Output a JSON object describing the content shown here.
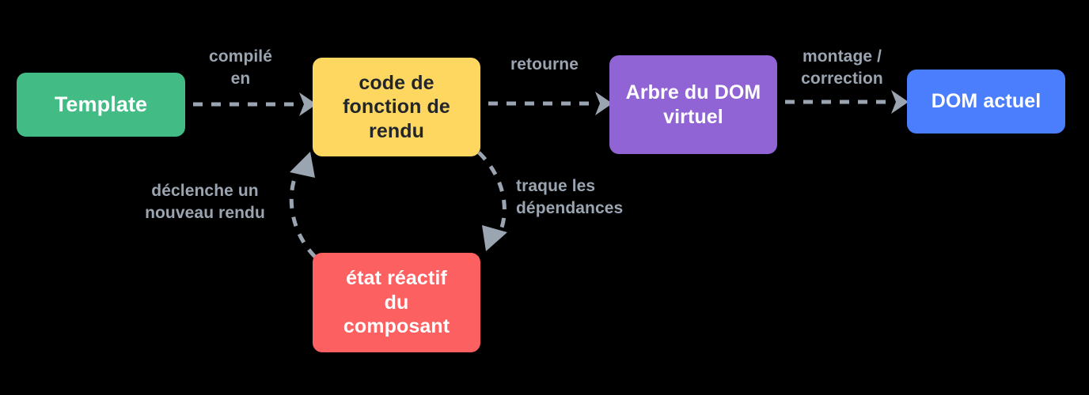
{
  "diagram": {
    "title": "Vue reactivity render pipeline",
    "background_color": "#000000",
    "edge_color": "#9aa5b1",
    "nodes": [
      {
        "id": "template",
        "label": "Template",
        "color": "#42bb85",
        "text_color": "#ffffff"
      },
      {
        "id": "render_fn",
        "label": "code de\nfonction de\nrendu",
        "color": "#fdd760",
        "text_color": "#22252a"
      },
      {
        "id": "vdom",
        "label": "Arbre du DOM\nvirtuel",
        "color": "#9064d5",
        "text_color": "#ffffff"
      },
      {
        "id": "dom",
        "label": "DOM actuel",
        "color": "#4b7efc",
        "text_color": "#ffffff"
      },
      {
        "id": "state",
        "label": "état réactif\ndu\ncomposant",
        "color": "#fc6060",
        "text_color": "#ffffff"
      }
    ],
    "edges": [
      {
        "id": "compile",
        "from": "template",
        "to": "render_fn",
        "label": "compilé\nen"
      },
      {
        "id": "returns",
        "from": "render_fn",
        "to": "vdom",
        "label": "retourne"
      },
      {
        "id": "mount",
        "from": "vdom",
        "to": "dom",
        "label": "montage /\ncorrection"
      },
      {
        "id": "track",
        "from": "render_fn",
        "to": "state",
        "label": "traque les\ndépendances"
      },
      {
        "id": "rerender",
        "from": "state",
        "to": "render_fn",
        "label": "déclenche un\nnouveau rendu"
      }
    ]
  }
}
